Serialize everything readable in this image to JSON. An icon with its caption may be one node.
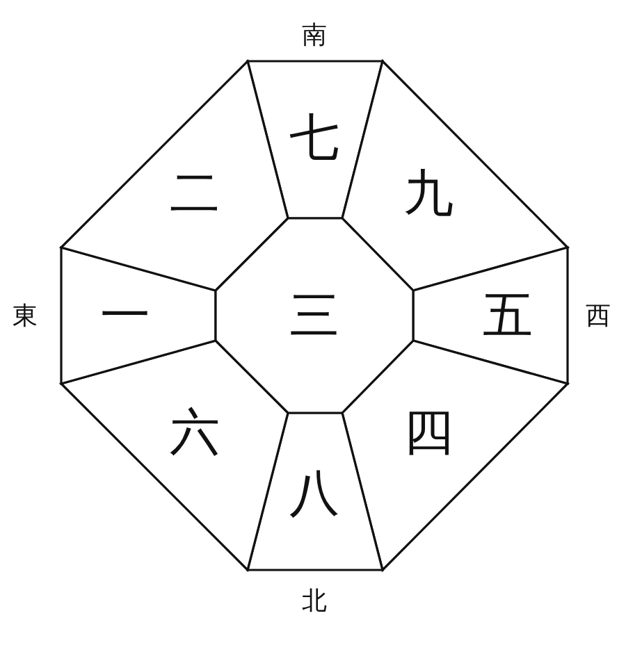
{
  "diagram": {
    "nodes": [
      {
        "text": [
          "七"
        ]
      },
      {
        "text": [
          "九"
        ]
      },
      {
        "text": [
          "五"
        ]
      },
      {
        "text": [
          "四"
        ]
      },
      {
        "text": [
          "八"
        ]
      },
      {
        "text": [
          "六"
        ]
      },
      {
        "text": [
          "一"
        ]
      },
      {
        "text": [
          "二"
        ]
      },
      {
        "text": [
          "三"
        ]
      }
    ],
    "labels": [
      "南",
      "東",
      "西",
      "北"
    ]
  }
}
